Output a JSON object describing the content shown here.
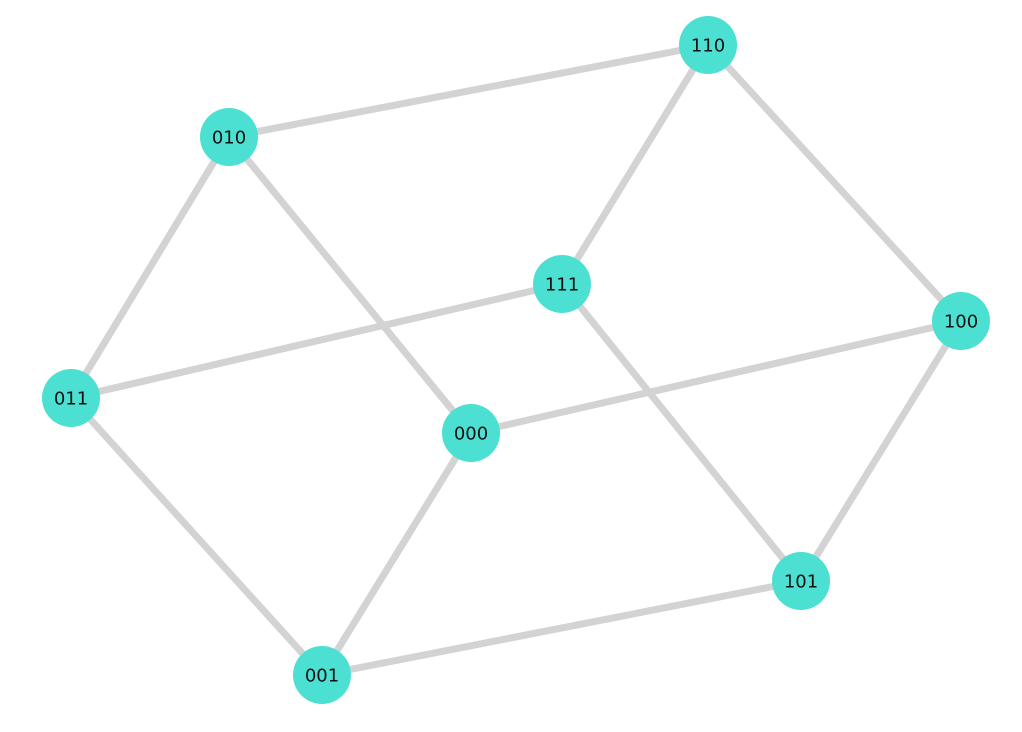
{
  "graph": {
    "node_color": "#4ce0d2",
    "edge_color": "#d3d3d3",
    "label_color": "#111111",
    "nodes": [
      {
        "id": "000",
        "label": "000"
      },
      {
        "id": "001",
        "label": "001"
      },
      {
        "id": "010",
        "label": "010"
      },
      {
        "id": "011",
        "label": "011"
      },
      {
        "id": "100",
        "label": "100"
      },
      {
        "id": "101",
        "label": "101"
      },
      {
        "id": "110",
        "label": "110"
      },
      {
        "id": "111",
        "label": "111"
      }
    ],
    "edges": [
      [
        "000",
        "001"
      ],
      [
        "000",
        "010"
      ],
      [
        "000",
        "100"
      ],
      [
        "001",
        "011"
      ],
      [
        "001",
        "101"
      ],
      [
        "010",
        "011"
      ],
      [
        "010",
        "110"
      ],
      [
        "011",
        "111"
      ],
      [
        "100",
        "101"
      ],
      [
        "100",
        "110"
      ],
      [
        "101",
        "111"
      ],
      [
        "110",
        "111"
      ]
    ]
  }
}
